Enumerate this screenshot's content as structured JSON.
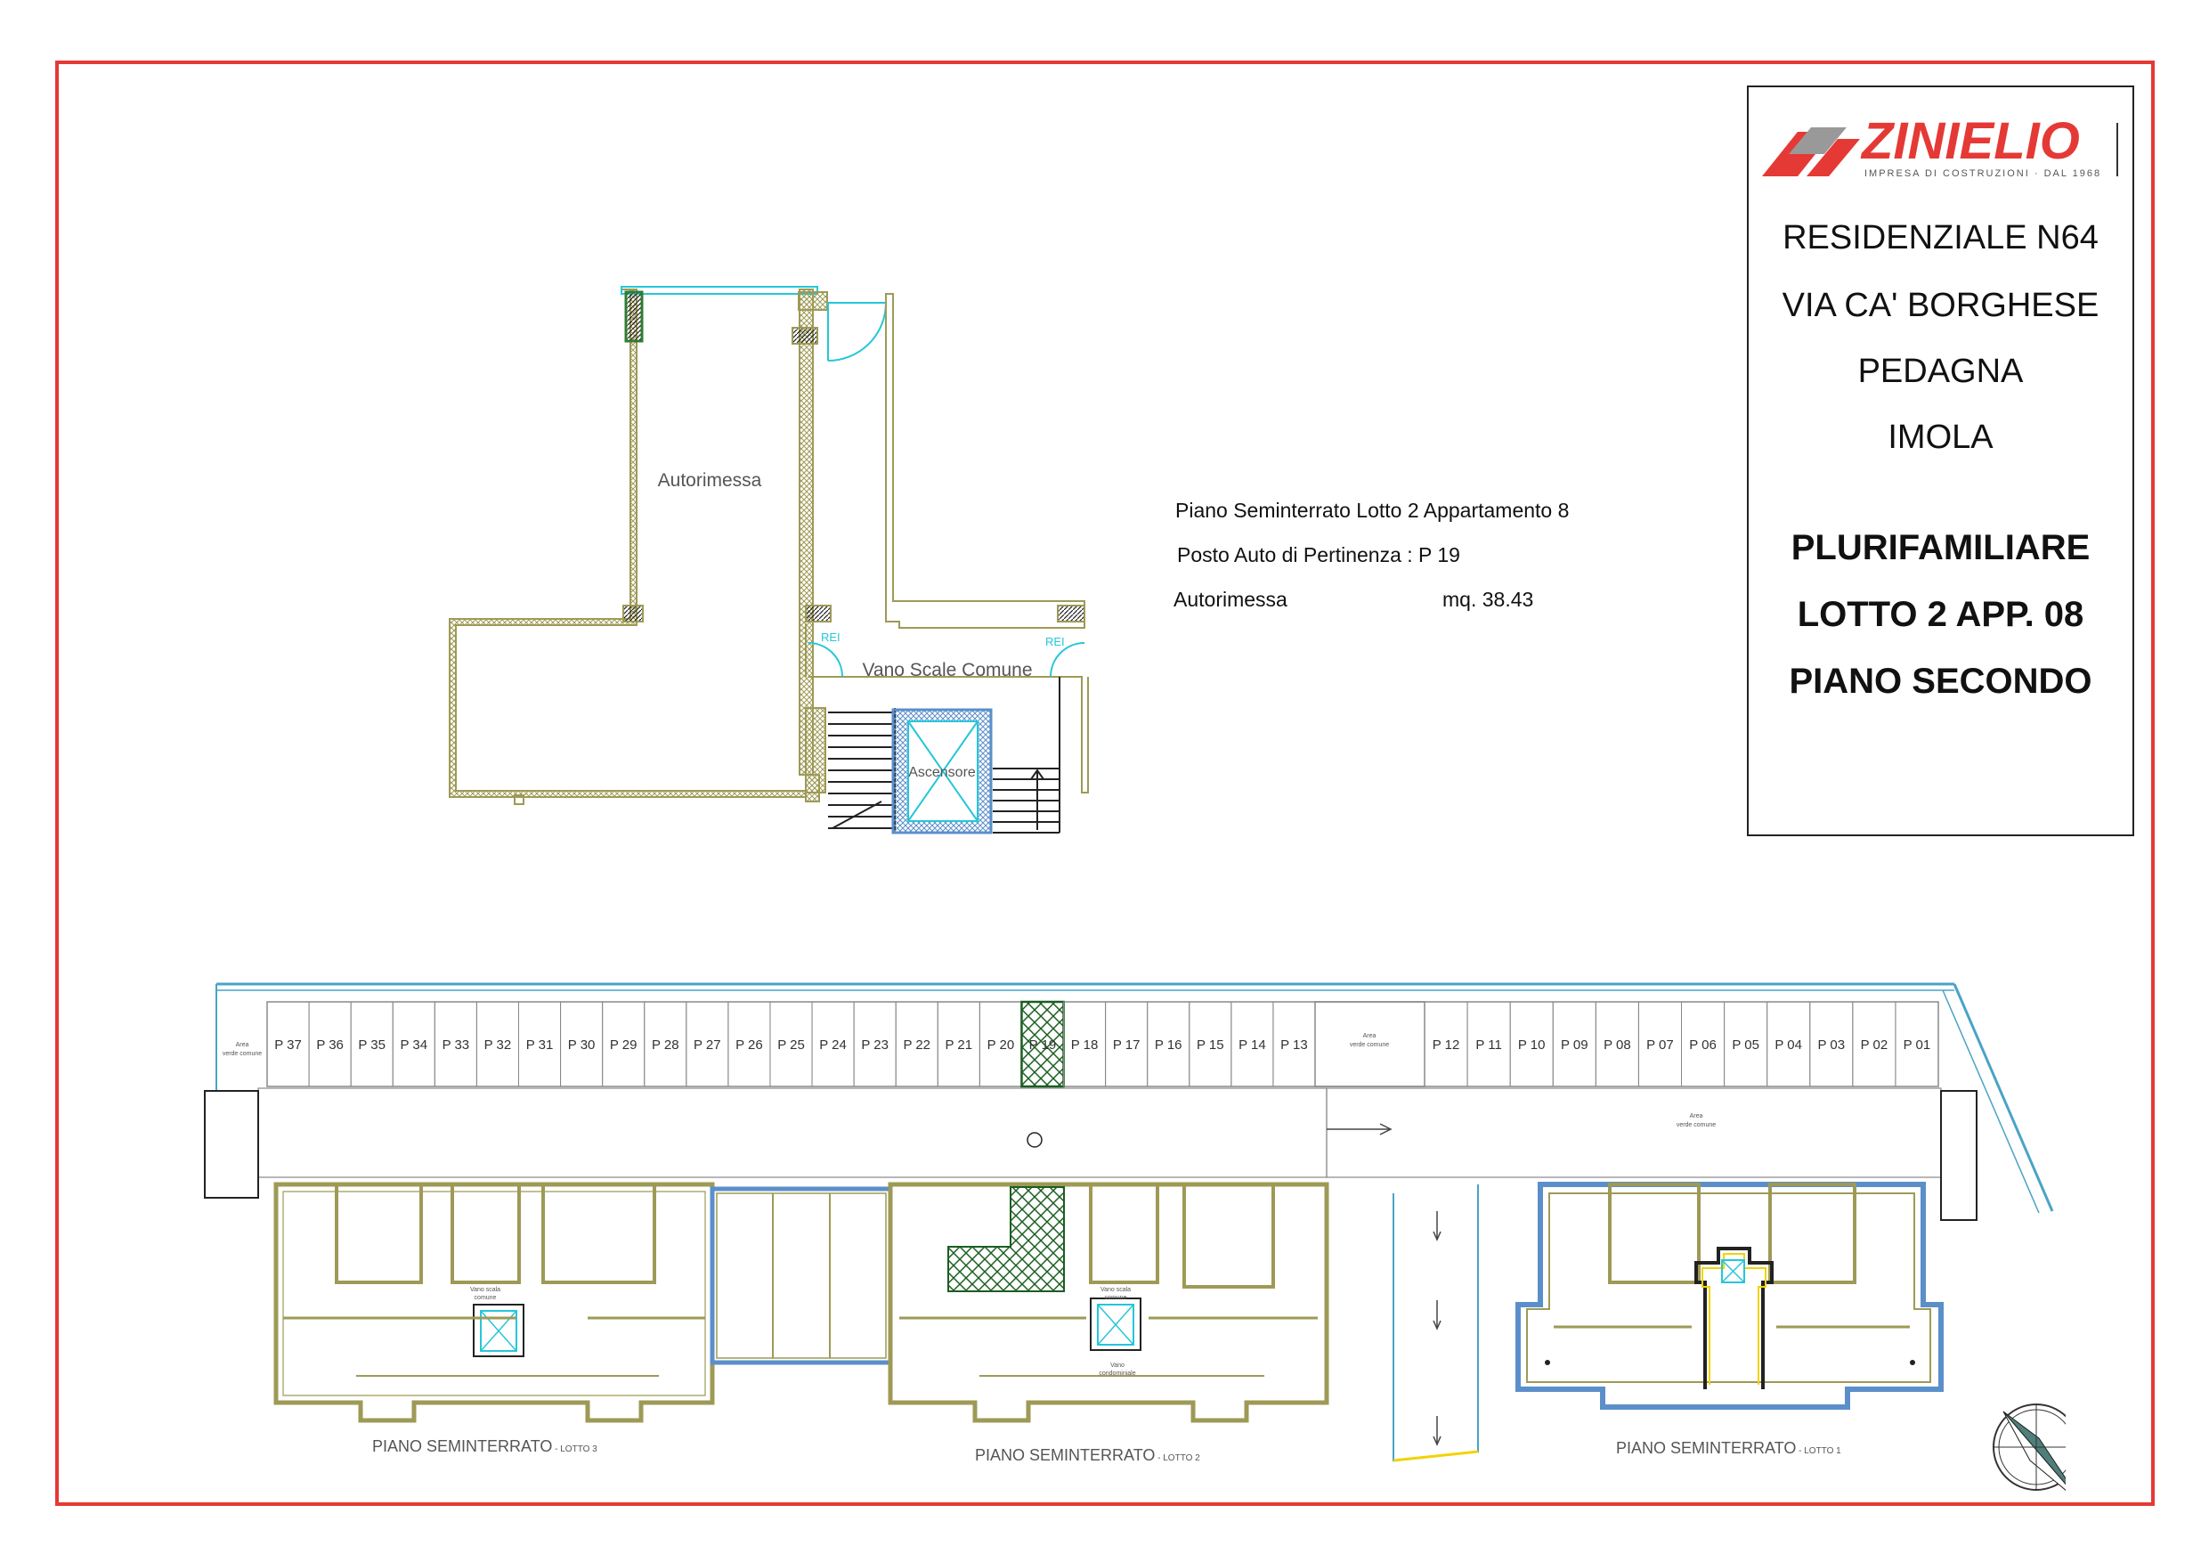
{
  "logo": {
    "brand": "ZINIELIO",
    "tagline": "IMPRESA DI COSTRUZIONI · DAL 1968",
    "color": "#e53935"
  },
  "title_block": {
    "project_lines": [
      "RESIDENZIALE  N64",
      "VIA CA' BORGHESE",
      "PEDAGNA",
      "IMOLA"
    ],
    "unit_lines": [
      "PLURIFAMILIARE",
      "LOTTO 2 APP. 08",
      "PIANO SECONDO"
    ]
  },
  "info": {
    "line1": "Piano Seminterrato Lotto 2 Appartamento 8",
    "line2": "Posto Auto di Pertinenza : P 19",
    "area_label": "Autorimessa",
    "area_value": "mq. 38.43"
  },
  "detail_plan": {
    "garage_label": "Autorimessa",
    "stair_label": "Vano Scale Comune",
    "lift_label": "Ascensore",
    "door_tag": "REI"
  },
  "site_plan": {
    "parking_left": [
      "P 37",
      "P 36",
      "P 35",
      "P 34",
      "P 33",
      "P 32",
      "P 31",
      "P 30",
      "P 29",
      "P 28",
      "P 27",
      "P 26",
      "P 25",
      "P 24",
      "P 23",
      "P 22",
      "P 21",
      "P 20",
      "P 19",
      "P 18",
      "P 17",
      "P 16",
      "P 15",
      "P 14",
      "P 13"
    ],
    "parking_right": [
      "P 12",
      "P 11",
      "P 10",
      "P 09",
      "P 08",
      "P 07",
      "P 06",
      "P 05",
      "P 04",
      "P 03",
      "P 02",
      "P 01"
    ],
    "highlighted_space": "P 19",
    "green_area_label_line1": "Area",
    "green_area_label_line2": "verde comune",
    "stair_label_line1": "Vano scala",
    "stair_label_line2": "comune",
    "techn_label_line1": "Vano",
    "techn_label_line2": "condominiale",
    "lotto3_main": "PIANO SEMINTERRATO",
    "lotto3_sub": " - LOTTO 3",
    "lotto2_main": "PIANO SEMINTERRATO",
    "lotto2_sub": " - LOTTO 2",
    "lotto1_main": "PIANO SEMINTERRATO",
    "lotto1_sub": " - LOTTO 1"
  },
  "colors": {
    "frame": "#e53935",
    "wall": "#9e9a56",
    "cyan": "#26c6da",
    "blue_wall": "#5b8fc9",
    "green_hatch": "#1b5e20",
    "compass": "#4e7f7a"
  }
}
